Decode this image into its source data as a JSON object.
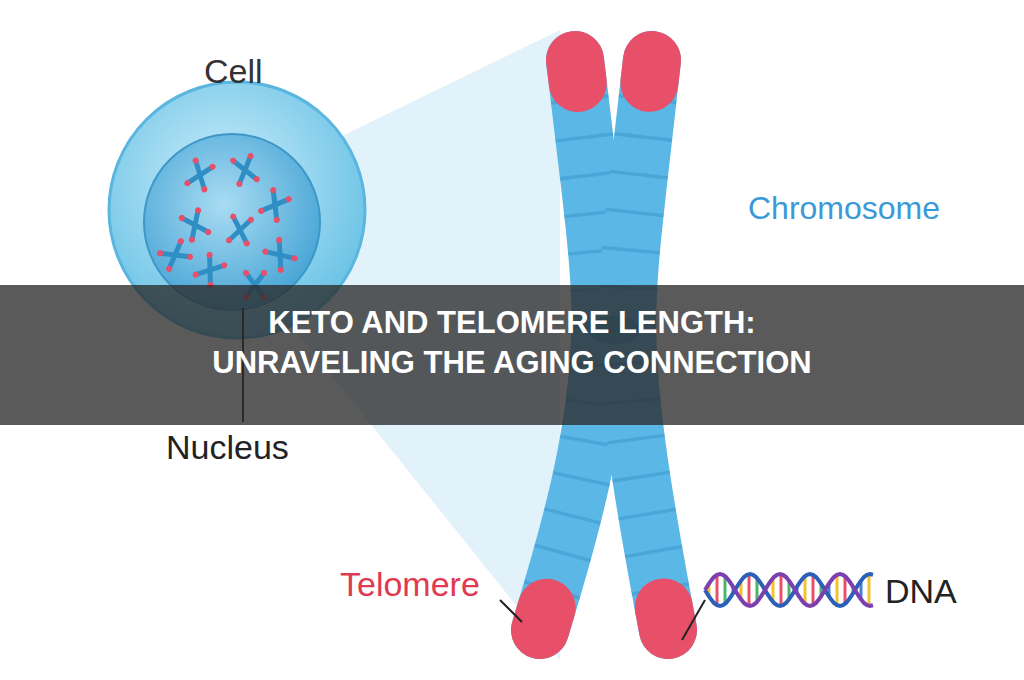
{
  "diagram": {
    "title": "KETO AND TELOMERE LENGTH: UNRAVELING THE AGING CONNECTION",
    "labels": [
      "Cell",
      "Nucleus",
      "Chromosome",
      "Telomere",
      "DNA"
    ]
  }
}
